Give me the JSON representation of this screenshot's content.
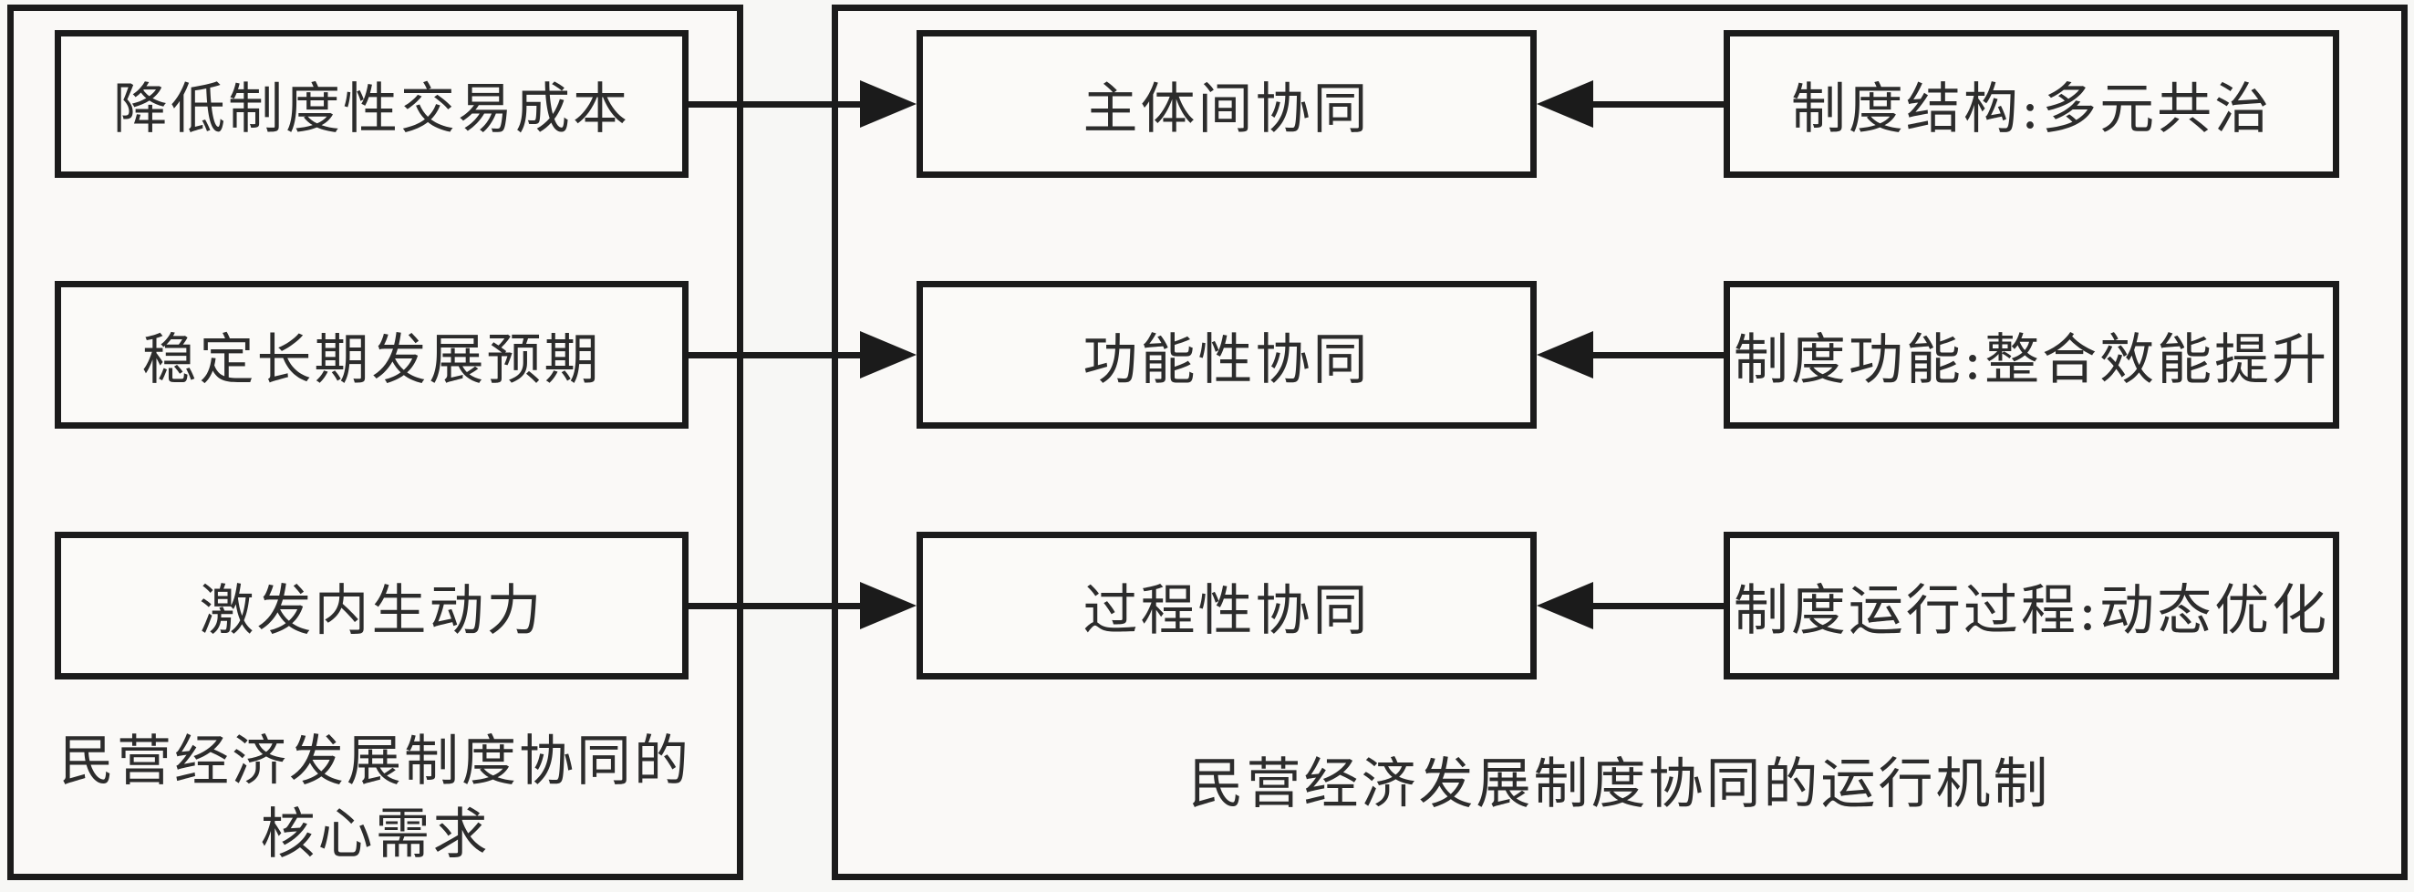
{
  "diagram": {
    "left_panel": {
      "boxes": [
        {
          "label": "降低制度性交易成本"
        },
        {
          "label": "稳定长期发展预期"
        },
        {
          "label": "激发内生动力"
        }
      ],
      "caption_line1": "民营经济发展制度协同的",
      "caption_line2": "核心需求"
    },
    "right_panel": {
      "center_boxes": [
        {
          "label": "主体间协同"
        },
        {
          "label": "功能性协同"
        },
        {
          "label": "过程性协同"
        }
      ],
      "side_boxes": [
        {
          "label": "制度结构:多元共治"
        },
        {
          "label": "制度功能:整合效能提升"
        },
        {
          "label": "制度运行过程:动态优化"
        }
      ],
      "caption": "民营经济发展制度协同的运行机制"
    },
    "colors": {
      "border": "#1b1b1b",
      "text": "#2c2c2c",
      "background": "#f7f7f5",
      "box_background": "#fbfaf8"
    }
  }
}
